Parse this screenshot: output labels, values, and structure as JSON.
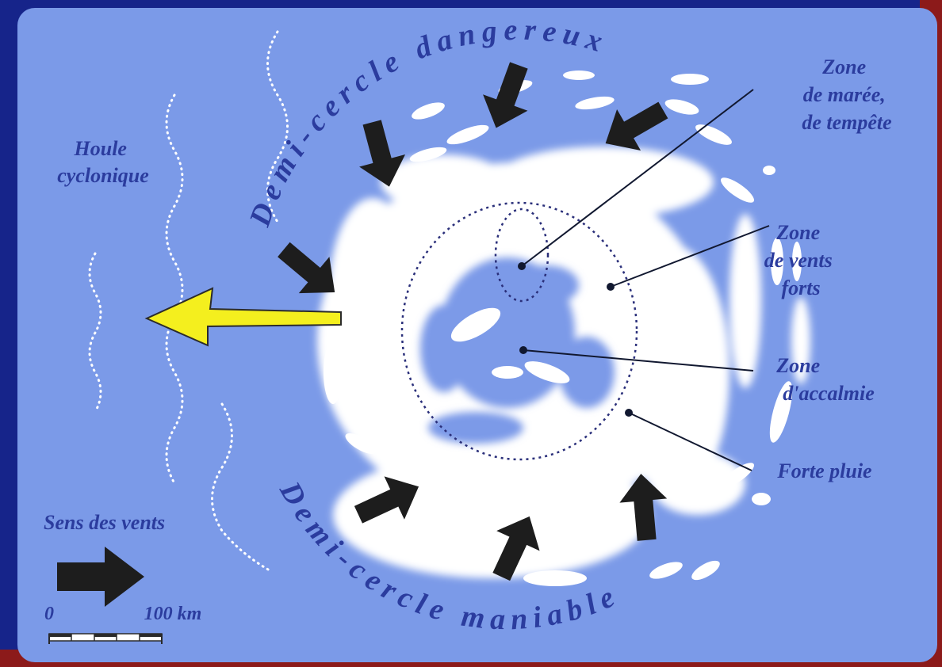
{
  "diagram": {
    "arc_top_label": "Demi-cercle dangereux",
    "arc_bottom_label": "Demi-cercle maniable",
    "swell_label": [
      "Houle",
      "cyclonique"
    ],
    "zones": {
      "storm_surge": [
        "Zone",
        "de marée,",
        "de tempête"
      ],
      "strong_winds": [
        "Zone",
        "de vents",
        "forts"
      ],
      "calm": [
        "Zone",
        "d'accalmie"
      ],
      "heavy_rain": [
        "Forte pluie"
      ]
    },
    "legend": {
      "wind_direction_label": "Sens des vents",
      "scale_start": "0",
      "scale_end": "100 km"
    }
  },
  "colors": {
    "background": "#7b9ae8",
    "frame_outer": "#16248a",
    "frame_right": "#8c1a1a",
    "cloud": "#ffffff",
    "arrow_dark": "#1d1d1d",
    "arrow_motion": "#f4ef1e",
    "text": "#2b3c9e",
    "dotted_circle": "#2a2f7a"
  },
  "icons": [
    "wind-arrow-icon",
    "motion-arrow-icon"
  ]
}
